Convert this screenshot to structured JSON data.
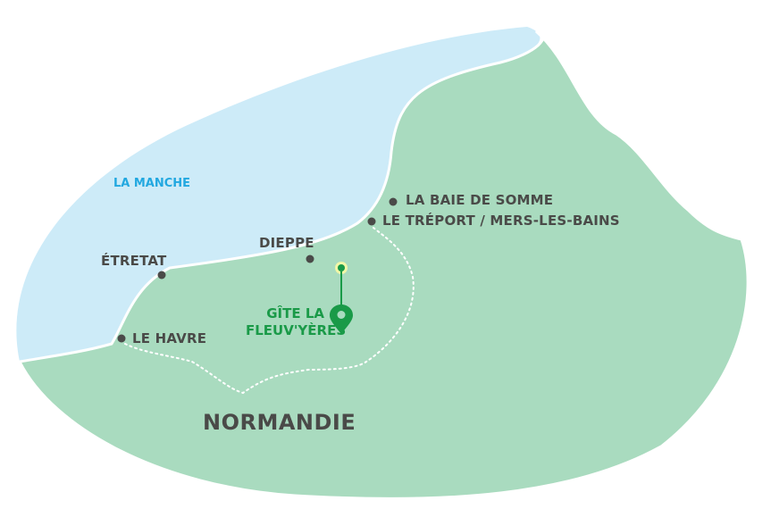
{
  "sea": {
    "name": "LA MANCHE"
  },
  "region": {
    "name": "NORMANDIE"
  },
  "places": {
    "baie_de_somme": "LA BAIE DE SOMME",
    "le_treport": "LE TRÉPORT / MERS-LES-BAINS",
    "dieppe": "DIEPPE",
    "etretat": "ÉTRETAT",
    "le_havre": "LE HAVRE"
  },
  "gite": {
    "line1": "GÎTE LA",
    "line2": "FLEUV'YÈRES"
  },
  "colors": {
    "sea": "#cdebf8",
    "land": "#a9dbbf",
    "route": "#ffffff",
    "city_dot": "#4a4a48",
    "gite_green": "#1a9a48",
    "sea_label": "#22a8e0"
  }
}
